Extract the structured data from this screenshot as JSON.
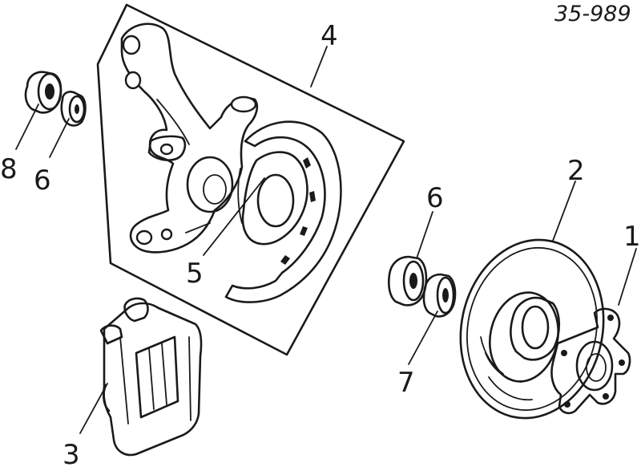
{
  "diagram": {
    "part_code": "35-989",
    "callouts": [
      {
        "id": "c1",
        "label": "1"
      },
      {
        "id": "c2",
        "label": "2"
      },
      {
        "id": "c3",
        "label": "3"
      },
      {
        "id": "c4",
        "label": "4"
      },
      {
        "id": "c5",
        "label": "5"
      },
      {
        "id": "c6a",
        "label": "6"
      },
      {
        "id": "c6b",
        "label": "6"
      },
      {
        "id": "c7",
        "label": "7"
      },
      {
        "id": "c8",
        "label": "8"
      }
    ]
  }
}
